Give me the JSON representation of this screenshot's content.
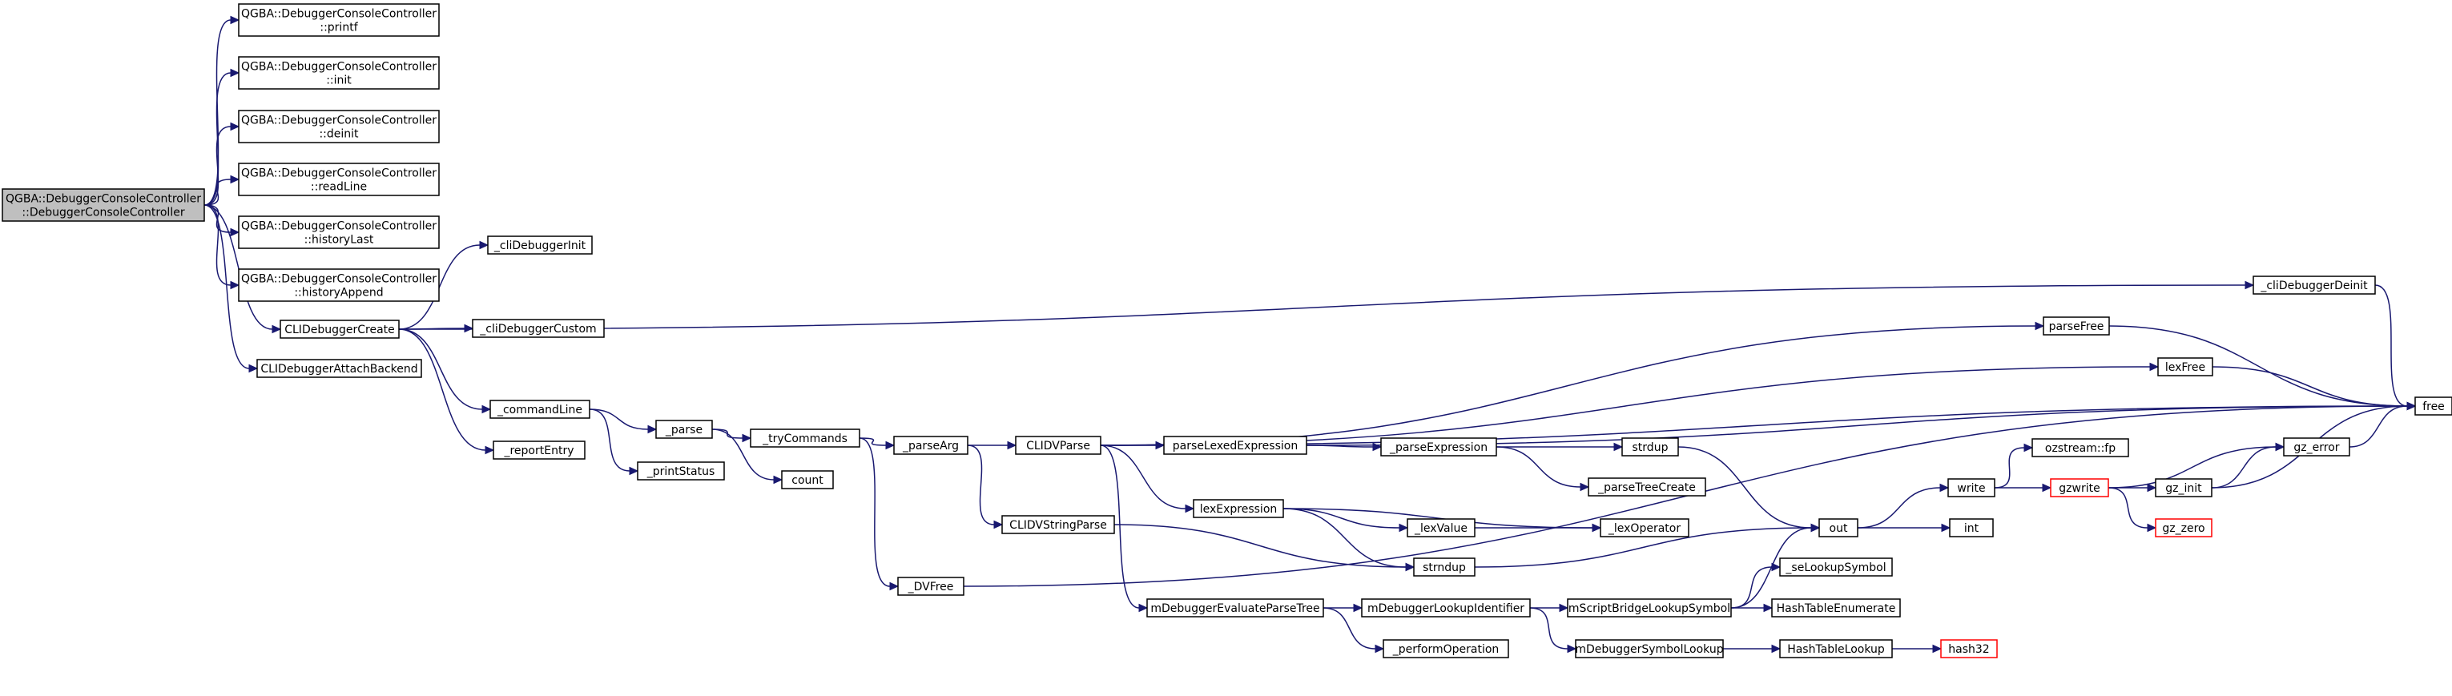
{
  "colors": {
    "edge": "#191970",
    "node_border": "#000000",
    "node_fill": "#ffffff",
    "root_fill": "#bfbfbf",
    "incomplete_border": "#ff0000"
  },
  "nodes": {
    "root": [
      "QGBA::DebuggerConsoleController",
      "::DebuggerConsoleController"
    ],
    "printf": [
      "QGBA::DebuggerConsoleController",
      "::printf"
    ],
    "init": [
      "QGBA::DebuggerConsoleController",
      "::init"
    ],
    "deinit": [
      "QGBA::DebuggerConsoleController",
      "::deinit"
    ],
    "readLine": [
      "QGBA::DebuggerConsoleController",
      "::readLine"
    ],
    "historyLast": [
      "QGBA::DebuggerConsoleController",
      "::historyLast"
    ],
    "historyAppend": [
      "QGBA::DebuggerConsoleController",
      "::historyAppend"
    ],
    "CLIDebuggerCreate": [
      "CLIDebuggerCreate"
    ],
    "CLIDebuggerAttachBackend": [
      "CLIDebuggerAttachBackend"
    ],
    "_cliDebuggerInit": [
      "_cliDebuggerInit"
    ],
    "_cliDebuggerCustom": [
      "_cliDebuggerCustom"
    ],
    "_commandLine": [
      "_commandLine"
    ],
    "_reportEntry": [
      "_reportEntry"
    ],
    "_parse": [
      "_parse"
    ],
    "_printStatus": [
      "_printStatus"
    ],
    "_tryCommands": [
      "_tryCommands"
    ],
    "count": [
      "count"
    ],
    "_parseArg": [
      "_parseArg"
    ],
    "_DVFree": [
      "_DVFree"
    ],
    "CLIDVParse": [
      "CLIDVParse"
    ],
    "CLIDVStringParse": [
      "CLIDVStringParse"
    ],
    "parseLexedExpression": [
      "parseLexedExpression"
    ],
    "lexExpression": [
      "lexExpression"
    ],
    "mDebuggerEvaluateParseTree": [
      "mDebuggerEvaluateParseTree"
    ],
    "_parseExpression": [
      "_parseExpression"
    ],
    "strdup": [
      "strdup"
    ],
    "_parseTreeCreate": [
      "_parseTreeCreate"
    ],
    "_lexValue": [
      "_lexValue"
    ],
    "_lexOperator": [
      "_lexOperator"
    ],
    "strndup": [
      "strndup"
    ],
    "mDebuggerLookupIdentifier": [
      "mDebuggerLookupIdentifier"
    ],
    "_performOperation": [
      "_performOperation"
    ],
    "mScriptBridgeLookupSymbol": [
      "mScriptBridgeLookupSymbol"
    ],
    "mDebuggerSymbolLookup": [
      "mDebuggerSymbolLookup"
    ],
    "_seLookupSymbol": [
      "_seLookupSymbol"
    ],
    "HashTableEnumerate": [
      "HashTableEnumerate"
    ],
    "HashTableLookup": [
      "HashTableLookup"
    ],
    "hash32": [
      "hash32"
    ],
    "out": [
      "out"
    ],
    "write": [
      "write"
    ],
    "int": [
      "int"
    ],
    "ozstream_fp": [
      "ozstream::fp"
    ],
    "gzwrite": [
      "gzwrite"
    ],
    "gz_init": [
      "gz_init"
    ],
    "gz_zero": [
      "gz_zero"
    ],
    "gz_error": [
      "gz_error"
    ],
    "parseFree": [
      "parseFree"
    ],
    "lexFree": [
      "lexFree"
    ],
    "_cliDebuggerDeinit": [
      "_cliDebuggerDeinit"
    ],
    "free": [
      "free"
    ]
  },
  "edges": [
    [
      "root",
      "printf"
    ],
    [
      "root",
      "init"
    ],
    [
      "root",
      "deinit"
    ],
    [
      "root",
      "readLine"
    ],
    [
      "root",
      "historyLast"
    ],
    [
      "root",
      "historyAppend"
    ],
    [
      "root",
      "CLIDebuggerCreate"
    ],
    [
      "root",
      "CLIDebuggerAttachBackend"
    ],
    [
      "CLIDebuggerCreate",
      "_cliDebuggerInit"
    ],
    [
      "CLIDebuggerCreate",
      "_cliDebuggerDeinit"
    ],
    [
      "CLIDebuggerCreate",
      "_cliDebuggerCustom"
    ],
    [
      "CLIDebuggerCreate",
      "_commandLine"
    ],
    [
      "CLIDebuggerCreate",
      "_reportEntry"
    ],
    [
      "_commandLine",
      "_parse"
    ],
    [
      "_commandLine",
      "_printStatus"
    ],
    [
      "_parse",
      "_tryCommands"
    ],
    [
      "_parse",
      "count"
    ],
    [
      "_tryCommands",
      "_parseArg"
    ],
    [
      "_tryCommands",
      "_DVFree"
    ],
    [
      "_parseArg",
      "CLIDVParse"
    ],
    [
      "_parseArg",
      "CLIDVStringParse"
    ],
    [
      "CLIDVParse",
      "parseFree"
    ],
    [
      "CLIDVParse",
      "lexFree"
    ],
    [
      "CLIDVParse",
      "free"
    ],
    [
      "CLIDVParse",
      "parseLexedExpression"
    ],
    [
      "CLIDVParse",
      "lexExpression"
    ],
    [
      "CLIDVParse",
      "mDebuggerEvaluateParseTree"
    ],
    [
      "CLIDVStringParse",
      "strndup"
    ],
    [
      "parseLexedExpression",
      "free"
    ],
    [
      "parseLexedExpression",
      "_parseExpression"
    ],
    [
      "_parseExpression",
      "strdup"
    ],
    [
      "_parseExpression",
      "_parseTreeCreate"
    ],
    [
      "strdup",
      "out"
    ],
    [
      "lexExpression",
      "_lexValue"
    ],
    [
      "lexExpression",
      "_lexOperator"
    ],
    [
      "lexExpression",
      "strndup"
    ],
    [
      "_lexValue",
      "_lexOperator"
    ],
    [
      "strndup",
      "out"
    ],
    [
      "mDebuggerEvaluateParseTree",
      "mDebuggerLookupIdentifier"
    ],
    [
      "mDebuggerEvaluateParseTree",
      "_performOperation"
    ],
    [
      "mDebuggerLookupIdentifier",
      "mScriptBridgeLookupSymbol"
    ],
    [
      "mDebuggerLookupIdentifier",
      "mDebuggerSymbolLookup"
    ],
    [
      "mScriptBridgeLookupSymbol",
      "out"
    ],
    [
      "mScriptBridgeLookupSymbol",
      "_seLookupSymbol"
    ],
    [
      "mScriptBridgeLookupSymbol",
      "HashTableEnumerate"
    ],
    [
      "mDebuggerSymbolLookup",
      "HashTableLookup"
    ],
    [
      "HashTableLookup",
      "hash32"
    ],
    [
      "out",
      "write"
    ],
    [
      "out",
      "int"
    ],
    [
      "write",
      "ozstream_fp"
    ],
    [
      "write",
      "gzwrite"
    ],
    [
      "gzwrite",
      "gz_error"
    ],
    [
      "gzwrite",
      "gz_init"
    ],
    [
      "gzwrite",
      "gz_zero"
    ],
    [
      "gz_init",
      "gz_error"
    ],
    [
      "gz_init",
      "free"
    ],
    [
      "gz_error",
      "free"
    ],
    [
      "parseFree",
      "free"
    ],
    [
      "lexFree",
      "free"
    ],
    [
      "_cliDebuggerDeinit",
      "free"
    ],
    [
      "_DVFree",
      "free"
    ]
  ]
}
